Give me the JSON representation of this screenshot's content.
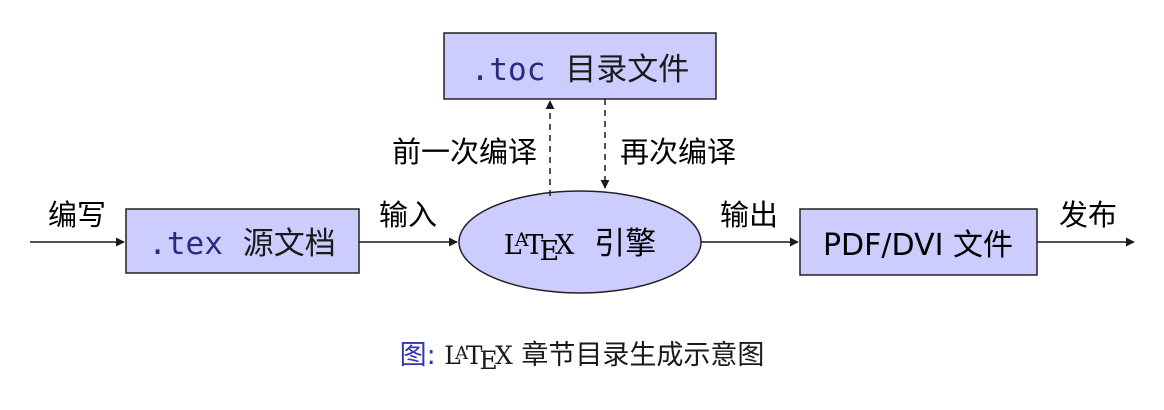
{
  "nodes": {
    "toc_file": {
      "ext": ".toc",
      "label": "目录文件"
    },
    "tex_file": {
      "ext": ".tex",
      "label": "源文档"
    },
    "engine": {
      "logo": "LaTeX",
      "logo_L": "L",
      "logo_A": "A",
      "logo_T": "T",
      "logo_E": "E",
      "logo_X": "X",
      "label": "引擎"
    },
    "output_file": {
      "label": "PDF/DVI 文件"
    }
  },
  "edges": {
    "write": "编写",
    "input": "输入",
    "output": "输出",
    "publish": "发布",
    "previous_compile": "前一次编译",
    "recompile": "再次编译"
  },
  "caption": {
    "fig_label": "图:",
    "logo": "LaTeX",
    "logo_L": "L",
    "logo_A": "A",
    "logo_T": "T",
    "logo_E": "E",
    "logo_X": "X",
    "text": "章节目录生成示意图"
  },
  "colors": {
    "box_fill": "#ccccff",
    "box_stroke": "#222222",
    "mono_text": "#2a2a80",
    "caption_label": "#3333b3"
  }
}
